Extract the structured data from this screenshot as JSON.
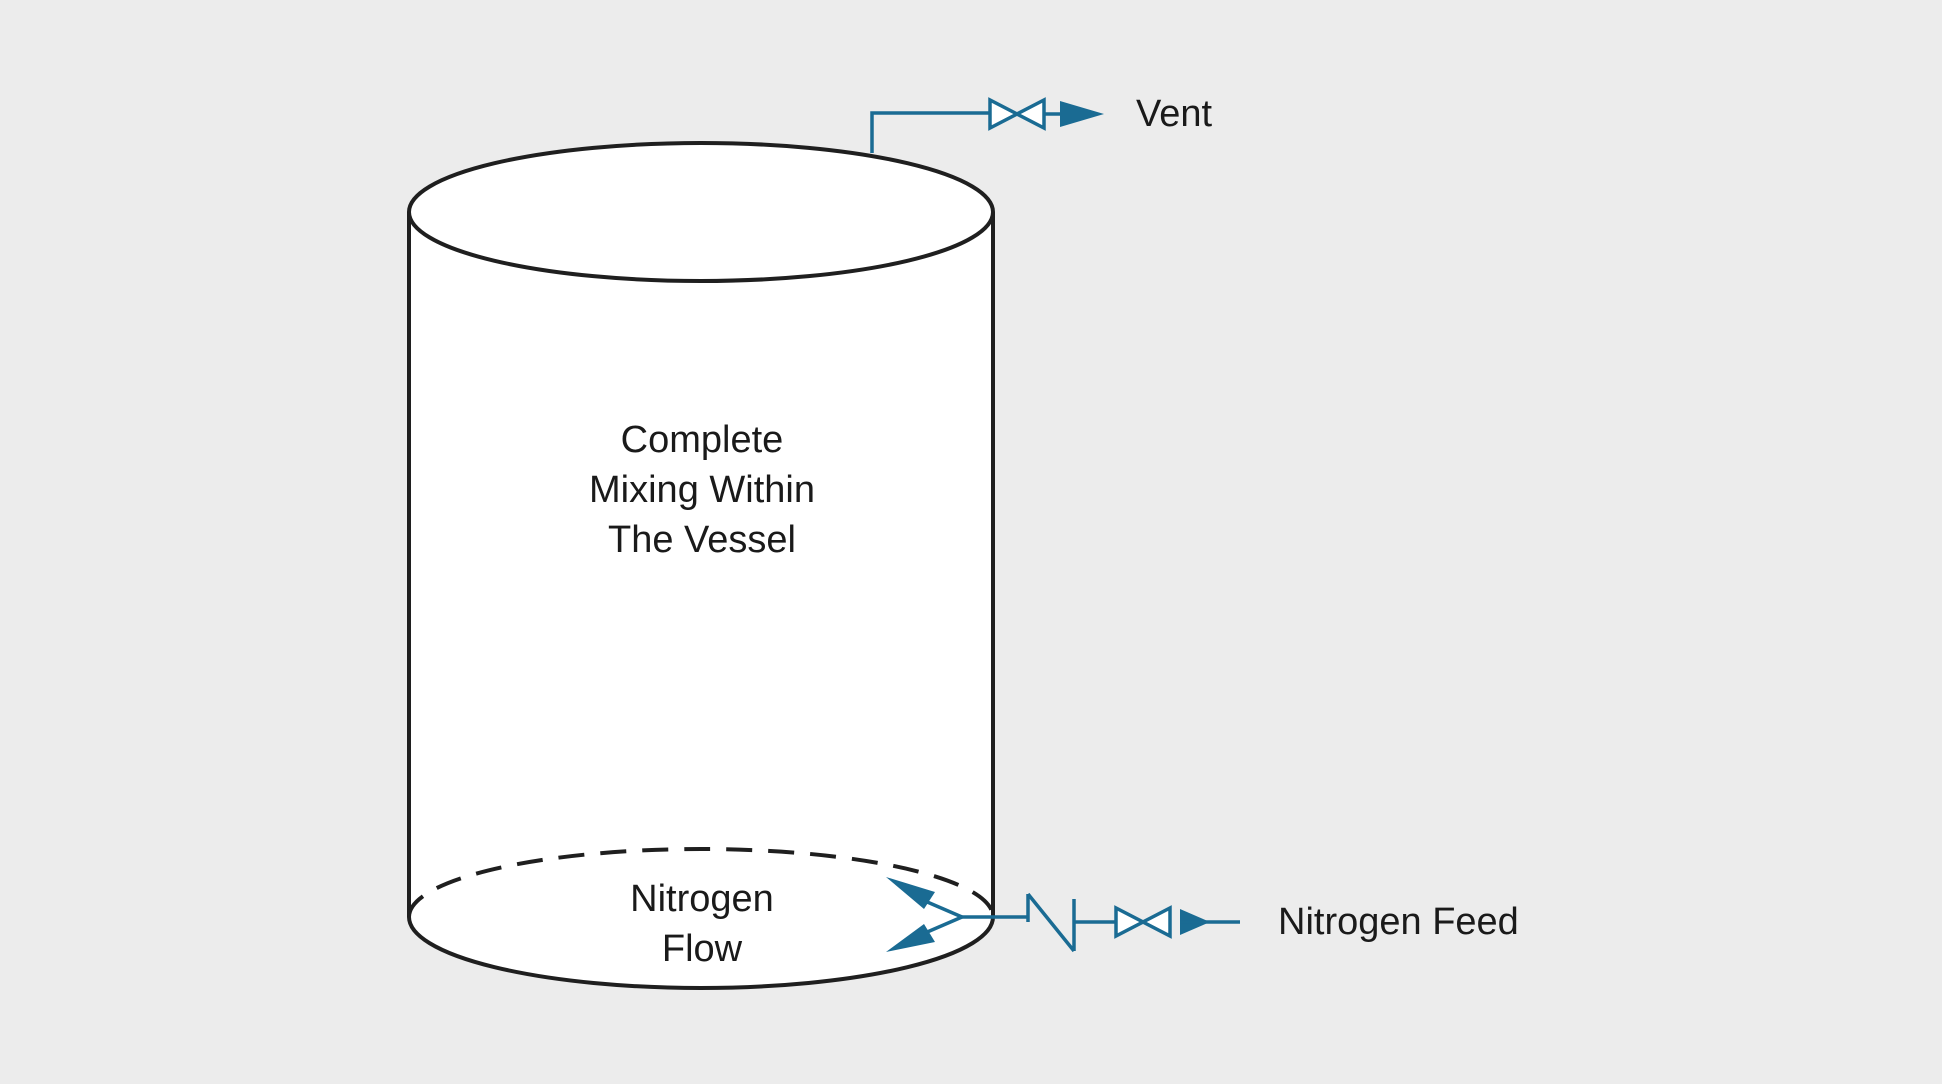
{
  "labels": {
    "vessel_line1": "Complete",
    "vessel_line2": "Mixing Within",
    "vessel_line3": "The Vessel",
    "nitrogen_flow_line1": "Nitrogen",
    "nitrogen_flow_line2": "Flow",
    "vent": "Vent",
    "nitrogen_feed": "Nitrogen Feed"
  },
  "colors": {
    "background": "#ececec",
    "vessel_fill": "#ffffff",
    "vessel_stroke": "#1f1f1f",
    "piping": "#1a6b93"
  }
}
